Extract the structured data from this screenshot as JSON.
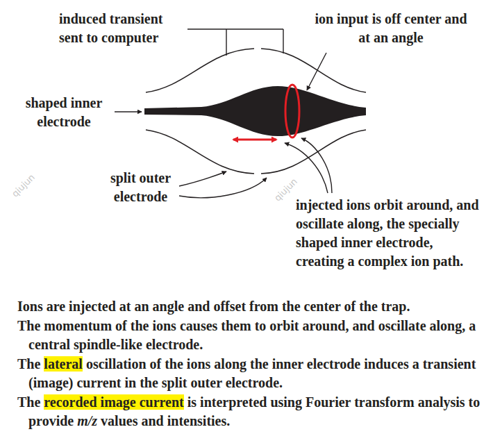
{
  "diagram": {
    "labels": [
      "induced transient sent to computer",
      "ion input is off center and at an angle",
      "shaped inner electrode",
      "split outer electrode",
      "injected ions orbit around, and oscillate along, the specially shaped inner electrode, creating a complex ion path.",
      "qiujun",
      "qiujun",
      "Ions are injected at an angle and offset from the center of the trap.",
      "The momentum of the ions causes them to orbit around, and oscillate along, a central spindle-like electrode.",
      "The",
      "lateral",
      "oscillation of the ions along the inner electrode induces a transient (image) current in the split outer electrode.",
      "The",
      "recorded image current",
      "is interpreted using Fourier transform analysis to provide",
      "m/z",
      "values and intensities."
    ]
  }
}
